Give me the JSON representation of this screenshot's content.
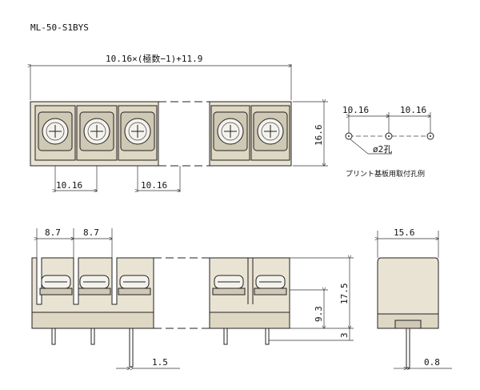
{
  "part_number": "ML-50-S1BYS",
  "top_view": {
    "overall_dim": "10.16×(極数−1)+11.9",
    "height_dim": "16.6",
    "pitch_left": "10.16",
    "pitch_right": "10.16"
  },
  "pcb_layout": {
    "pitch_1": "10.16",
    "pitch_2": "10.16",
    "hole_dim": "ø2孔",
    "caption": "プリント基板用取付孔例"
  },
  "front_view": {
    "width_1": "8.7",
    "width_2": "8.7",
    "height_total": "17.5",
    "height_upper": "9.3",
    "height_lower": "3",
    "pin_dim": "1.5"
  },
  "side_view": {
    "width": "15.6",
    "pin_dim": "0.8"
  }
}
